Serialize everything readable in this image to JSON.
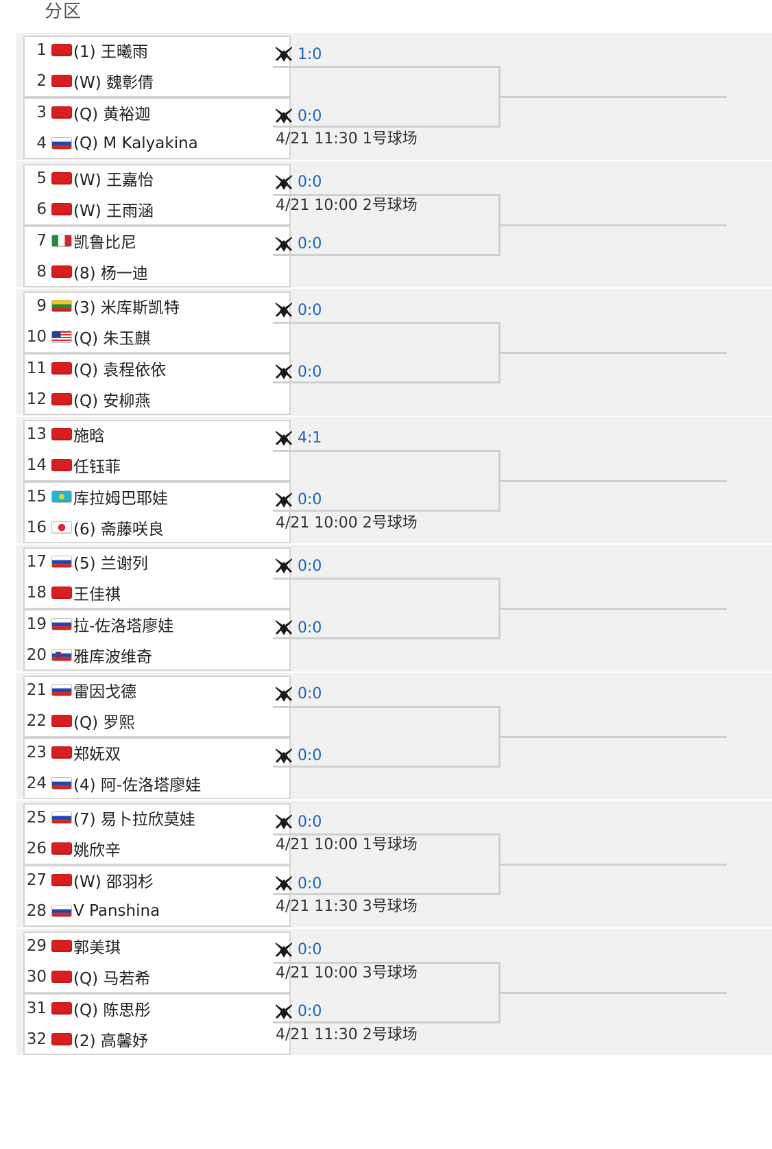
{
  "title": "分区",
  "players": [
    {
      "seed": "1",
      "flag": "china",
      "name": "(1) 王曦雨"
    },
    {
      "seed": "2",
      "flag": "china",
      "name": "(W) 魏彰倩"
    },
    {
      "seed": "3",
      "flag": "china",
      "name": "(Q) 黄裕迦"
    },
    {
      "seed": "4",
      "flag": "russia",
      "name": "(Q) M Kalyakina"
    },
    {
      "seed": "5",
      "flag": "china",
      "name": "(W) 王嘉怡"
    },
    {
      "seed": "6",
      "flag": "china",
      "name": "(W) 王雨涵"
    },
    {
      "seed": "7",
      "flag": "italy",
      "name": "凯鲁比尼"
    },
    {
      "seed": "8",
      "flag": "china",
      "name": "(8) 杨一迪"
    },
    {
      "seed": "9",
      "flag": "lithuania",
      "name": "(3) 米库斯凯特"
    },
    {
      "seed": "10",
      "flag": "usa",
      "name": "(Q) 朱玉麒"
    },
    {
      "seed": "11",
      "flag": "china",
      "name": "(Q) 袁程依依"
    },
    {
      "seed": "12",
      "flag": "china",
      "name": "(Q) 安柳燕"
    },
    {
      "seed": "13",
      "flag": "china",
      "name": "施晗"
    },
    {
      "seed": "14",
      "flag": "china",
      "name": "任钰菲"
    },
    {
      "seed": "15",
      "flag": "kazakhstan",
      "name": "库拉姆巴耶娃"
    },
    {
      "seed": "16",
      "flag": "japan",
      "name": "(6) 斋藤咲良"
    },
    {
      "seed": "17",
      "flag": "russia",
      "name": "(5) 兰谢列"
    },
    {
      "seed": "18",
      "flag": "china",
      "name": "王佳祺"
    },
    {
      "seed": "19",
      "flag": "russia",
      "name": "拉-佐洛塔廖娃"
    },
    {
      "seed": "20",
      "flag": "slovenia",
      "name": "雅库波维奇"
    },
    {
      "seed": "21",
      "flag": "russia",
      "name": "雷因戈德"
    },
    {
      "seed": "22",
      "flag": "china",
      "name": "(Q) 罗熙"
    },
    {
      "seed": "23",
      "flag": "china",
      "name": "郑妩双"
    },
    {
      "seed": "24",
      "flag": "russia",
      "name": "(4) 阿-佐洛塔廖娃"
    },
    {
      "seed": "25",
      "flag": "russia",
      "name": "(7) 易卜拉欣莫娃"
    },
    {
      "seed": "26",
      "flag": "china",
      "name": "姚欣辛"
    },
    {
      "seed": "27",
      "flag": "china",
      "name": "(W) 邵羽杉"
    },
    {
      "seed": "28",
      "flag": "russia",
      "name": "V Panshina"
    },
    {
      "seed": "29",
      "flag": "china",
      "name": "郭美琪"
    },
    {
      "seed": "30",
      "flag": "china",
      "name": "(Q) 马若希"
    },
    {
      "seed": "31",
      "flag": "china",
      "name": "(Q) 陈思彤"
    },
    {
      "seed": "32",
      "flag": "china",
      "name": "(2) 高馨妤"
    }
  ],
  "matches": [
    {
      "score": "1:0",
      "schedule": ""
    },
    {
      "score": "0:0",
      "schedule": "4/21 11:30 1号球场"
    },
    {
      "score": "0:0",
      "schedule": "4/21 10:00 2号球场"
    },
    {
      "score": "0:0",
      "schedule": ""
    },
    {
      "score": "0:0",
      "schedule": ""
    },
    {
      "score": "0:0",
      "schedule": ""
    },
    {
      "score": "4:1",
      "schedule": ""
    },
    {
      "score": "0:0",
      "schedule": "4/21 10:00 2号球场"
    },
    {
      "score": "0:0",
      "schedule": ""
    },
    {
      "score": "0:0",
      "schedule": ""
    },
    {
      "score": "0:0",
      "schedule": ""
    },
    {
      "score": "0:0",
      "schedule": ""
    },
    {
      "score": "0:0",
      "schedule": "4/21 10:00 1号球场"
    },
    {
      "score": "0:0",
      "schedule": "4/21 11:30 3号球场"
    },
    {
      "score": "0:0",
      "schedule": "4/21 10:00 3号球场"
    },
    {
      "score": "0:0",
      "schedule": "4/21 11:30 2号球场"
    }
  ]
}
